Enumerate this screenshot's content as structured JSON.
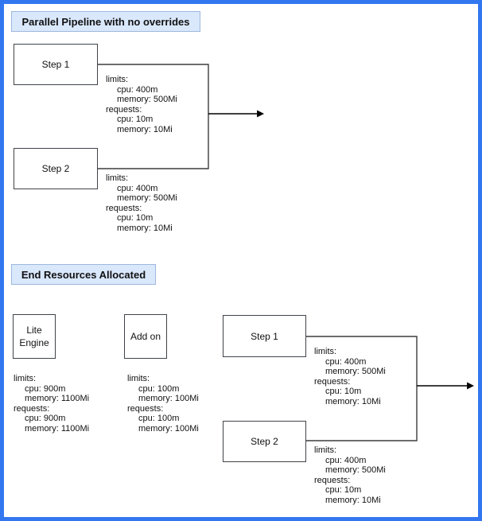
{
  "colors": {
    "frame": "#3377f0",
    "header_fill": "#dae8fc",
    "header_border": "#9db8dc",
    "node_fill": "#ffffff",
    "node_border": "#3f4348",
    "connector": "#3d3d3d",
    "arrow": "#000000"
  },
  "section_pipeline": {
    "title": "Parallel Pipeline with no overrides",
    "step1": {
      "label": "Step 1",
      "resources": [
        "limits:",
        "cpu: 400m",
        "memory: 500Mi",
        "requests:",
        "cpu: 10m",
        "memory: 10Mi"
      ]
    },
    "step2": {
      "label": "Step 2",
      "resources": [
        "limits:",
        "cpu: 400m",
        "memory: 500Mi",
        "requests:",
        "cpu: 10m",
        "memory: 10Mi"
      ]
    }
  },
  "section_end": {
    "title": "End Resources Allocated",
    "lite_engine": {
      "label_line1": "Lite",
      "label_line2": "Engine",
      "resources": [
        "limits:",
        "cpu: 900m",
        "memory: 1100Mi",
        "requests:",
        "cpu: 900m",
        "memory: 1100Mi"
      ]
    },
    "add_on": {
      "label": "Add on",
      "resources": [
        "limits:",
        "cpu: 100m",
        "memory: 100Mi",
        "requests:",
        "cpu: 100m",
        "memory: 100Mi"
      ]
    },
    "step1": {
      "label": "Step 1",
      "resources": [
        "limits:",
        "cpu: 400m",
        "memory: 500Mi",
        "requests:",
        "cpu: 10m",
        "memory: 10Mi"
      ]
    },
    "step2": {
      "label": "Step 2",
      "resources": [
        "limits:",
        "cpu: 400m",
        "memory: 500Mi",
        "requests:",
        "cpu: 10m",
        "memory: 10Mi"
      ]
    }
  }
}
